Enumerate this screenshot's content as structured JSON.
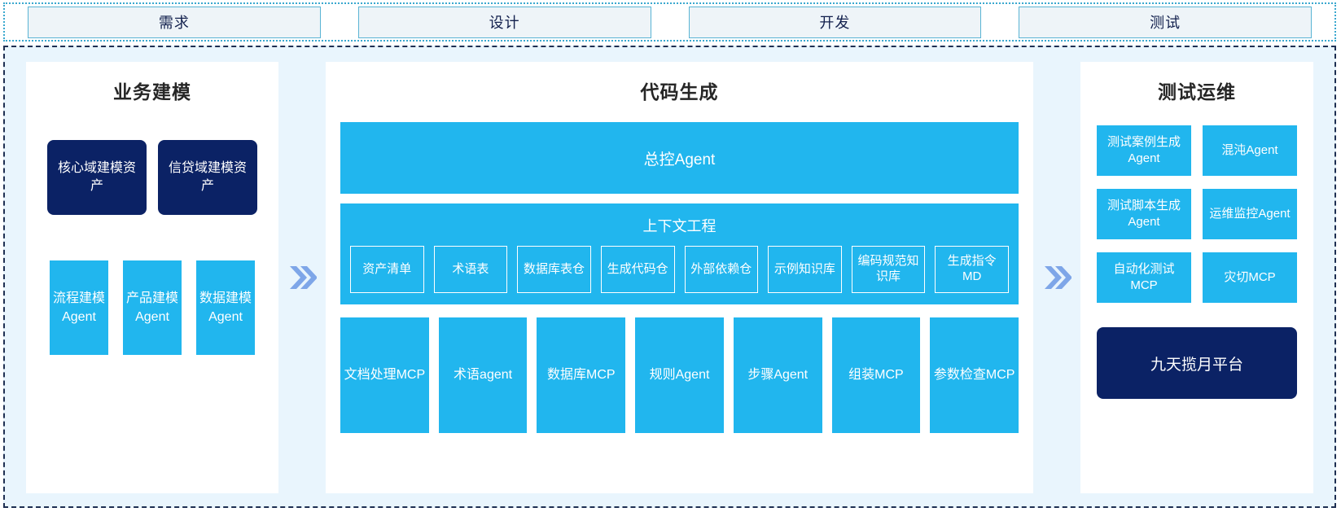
{
  "phases": [
    {
      "label": "需求"
    },
    {
      "label": "设计"
    },
    {
      "label": "开发"
    },
    {
      "label": "测试"
    }
  ],
  "left_panel": {
    "title": "业务建模",
    "assets": [
      {
        "label": "核心域建模资产"
      },
      {
        "label": "信贷域建模资产"
      }
    ],
    "agents": [
      {
        "label": "流程建模Agent"
      },
      {
        "label": "产品建模Agent"
      },
      {
        "label": "数据建模Agent"
      }
    ]
  },
  "center_panel": {
    "title": "代码生成",
    "controller": "总控Agent",
    "context": {
      "title": "上下文工程",
      "items": [
        {
          "label": "资产清单"
        },
        {
          "label": "术语表"
        },
        {
          "label": "数据库表仓"
        },
        {
          "label": "生成代码仓"
        },
        {
          "label": "外部依赖仓"
        },
        {
          "label": "示例知识库"
        },
        {
          "label": "编码规范知识库"
        },
        {
          "label": "生成指令MD"
        }
      ]
    },
    "tools": [
      {
        "label": "文档处理MCP"
      },
      {
        "label": "术语agent"
      },
      {
        "label": "数据库MCP"
      },
      {
        "label": "规则Agent"
      },
      {
        "label": "步骤Agent"
      },
      {
        "label": "组装MCP"
      },
      {
        "label": "参数检查MCP"
      }
    ]
  },
  "right_panel": {
    "title": "测试运维",
    "boxes": [
      {
        "label": "测试案例生成Agent"
      },
      {
        "label": "混沌Agent"
      },
      {
        "label": "测试脚本生成Agent"
      },
      {
        "label": "运维监控Agent"
      },
      {
        "label": "自动化测试MCP"
      },
      {
        "label": "灾切MCP"
      }
    ],
    "platform": "九天揽月平台"
  },
  "separators": [
    {
      "icon": "double-chevron-right-icon"
    },
    {
      "icon": "double-chevron-right-icon"
    }
  ],
  "colors": {
    "accent_blue": "#21b6ee",
    "navy": "#0b2265",
    "chevron": "#7ea6e8",
    "region_bg": "#e9f5fd",
    "phase_fill": "#eef4f8",
    "phase_border": "#5ab4d4"
  }
}
